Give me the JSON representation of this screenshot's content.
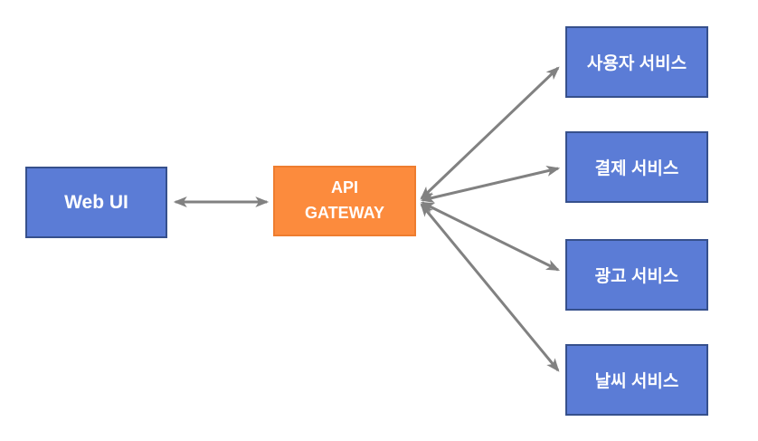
{
  "diagram": {
    "type": "architecture-diagram",
    "description": "API Gateway fan-out diagram"
  },
  "nodes": {
    "web_ui": {
      "label": "Web UI"
    },
    "api_gateway": {
      "label": "API GATEWAY",
      "label_line1": "API",
      "label_line2": "GATEWAY"
    },
    "services": [
      {
        "label": "사용자 서비스"
      },
      {
        "label": "결제 서비스"
      },
      {
        "label": "광고 서비스"
      },
      {
        "label": "날씨 서비스"
      }
    ]
  },
  "edges": [
    {
      "from": "Web UI",
      "to": "API GATEWAY",
      "direction": "bidirectional"
    },
    {
      "from": "API GATEWAY",
      "to": "사용자 서비스",
      "direction": "bidirectional"
    },
    {
      "from": "API GATEWAY",
      "to": "결제 서비스",
      "direction": "bidirectional"
    },
    {
      "from": "API GATEWAY",
      "to": "광고 서비스",
      "direction": "bidirectional"
    },
    {
      "from": "API GATEWAY",
      "to": "날씨 서비스",
      "direction": "bidirectional"
    }
  ],
  "colors": {
    "service_fill": "#5B7CD6",
    "service_border": "#36508C",
    "gateway_fill": "#FC8B3D",
    "gateway_border": "#EE7D2F",
    "arrow": "#818181",
    "text": "#FFFFFF",
    "background": "#FFFFFF"
  }
}
